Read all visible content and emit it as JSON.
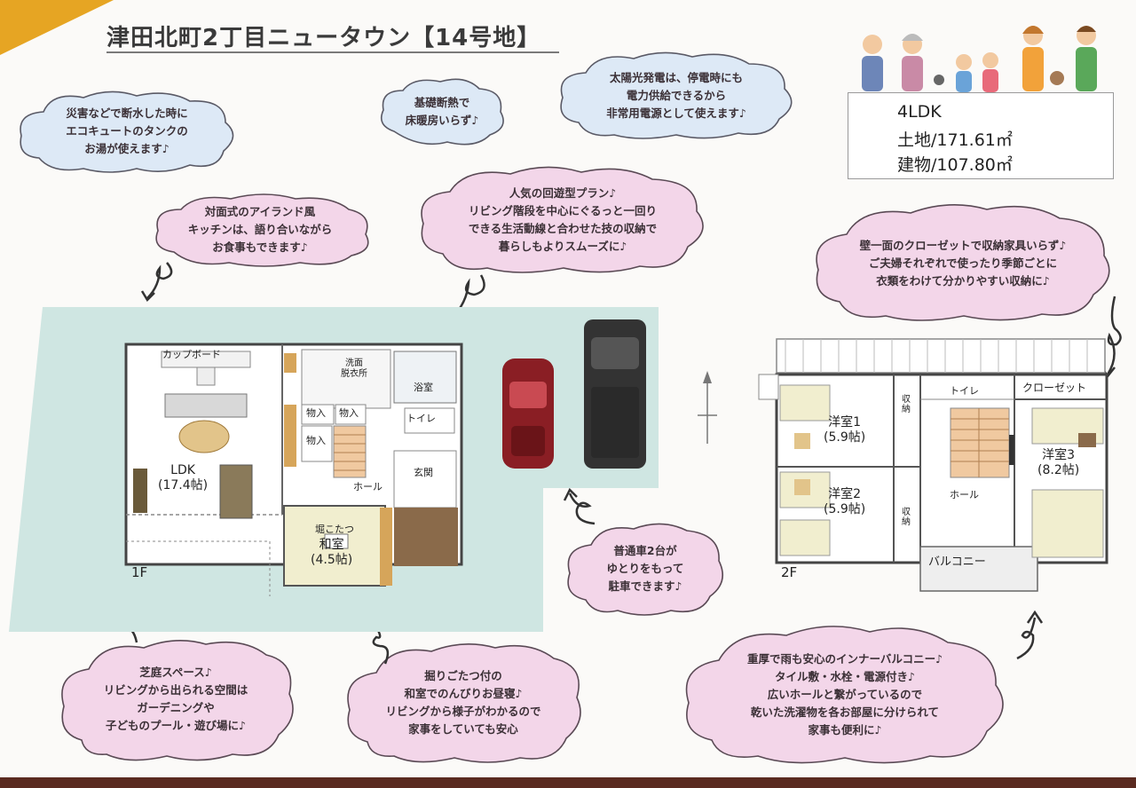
{
  "header": {
    "title": "津田北町2丁目ニュータウン【14号地】"
  },
  "info": {
    "layout": "4LDK",
    "land": "土地/171.61㎡",
    "building": "建物/107.80㎡"
  },
  "clouds": {
    "ecocute": "災害などで断水した時に\nエコキュートのタンクの\nお湯が使えます♪",
    "insulation": "基礎断熱で\n床暖房いらず♪",
    "solar": "太陽光発電は、停電時にも\n電力供給できるから\n非常用電源として使えます♪",
    "kitchen": "対面式のアイランド風\nキッチンは、語り合いながら\nお食事もできます♪",
    "plan": "人気の回遊型プラン♪\nリビング階段を中心にぐるっと一回り\nできる生活動線と合わせた技の収納で\n暮らしもよりスムーズに♪",
    "closet": "壁一面のクローゼットで収納家具いらず♪\nご夫婦それぞれで使ったり季節ごとに\n衣類をわけて分かりやすい収納に♪",
    "parking": "普通車2台が\nゆとりをもって\n駐車できます♪",
    "lawn": "芝庭スペース♪\nリビングから出られる空間は\nガーデニングや\n子どものプール・遊び場に♪",
    "washitsu": "掘りごたつ付の\n和室でのんびりお昼寝♪\nリビングから様子がわかるので\n家事をしていても安心",
    "balcony": "重厚で雨も安心のインナーバルコニー♪\nタイル敷・水栓・電源付き♪\n広いホールと繋がっているので\n乾いた洗濯物を各お部屋に分けられて\n家事も便利に♪"
  },
  "floor1": {
    "label": "1F",
    "cupboard": "カップボード",
    "ldk": "LDK\n(17.4帖)",
    "senmen": "洗面\n脱衣所",
    "bath": "浴室",
    "toilet": "トイレ",
    "storage1": "物入",
    "storage2": "物入",
    "storage3": "物入",
    "hall": "ホール",
    "entrance": "玄関",
    "horigotatsu": "堀こたつ",
    "washitsu": "和室\n(4.5帖)"
  },
  "floor2": {
    "label": "2F",
    "room1": "洋室1\n(5.9帖)",
    "room2": "洋室2\n(5.9帖)",
    "room3": "洋室3\n(8.2帖)",
    "storage_a": "収納",
    "storage_b": "収納",
    "toilet": "トイレ",
    "closet": "クローゼット",
    "hall": "ホール",
    "balcony": "バルコニー"
  },
  "colors": {
    "accent": "#e6a523",
    "cloud_pink": "#f3d6e9",
    "cloud_blue": "#dde9f6",
    "lot": "#cfe6e2"
  }
}
